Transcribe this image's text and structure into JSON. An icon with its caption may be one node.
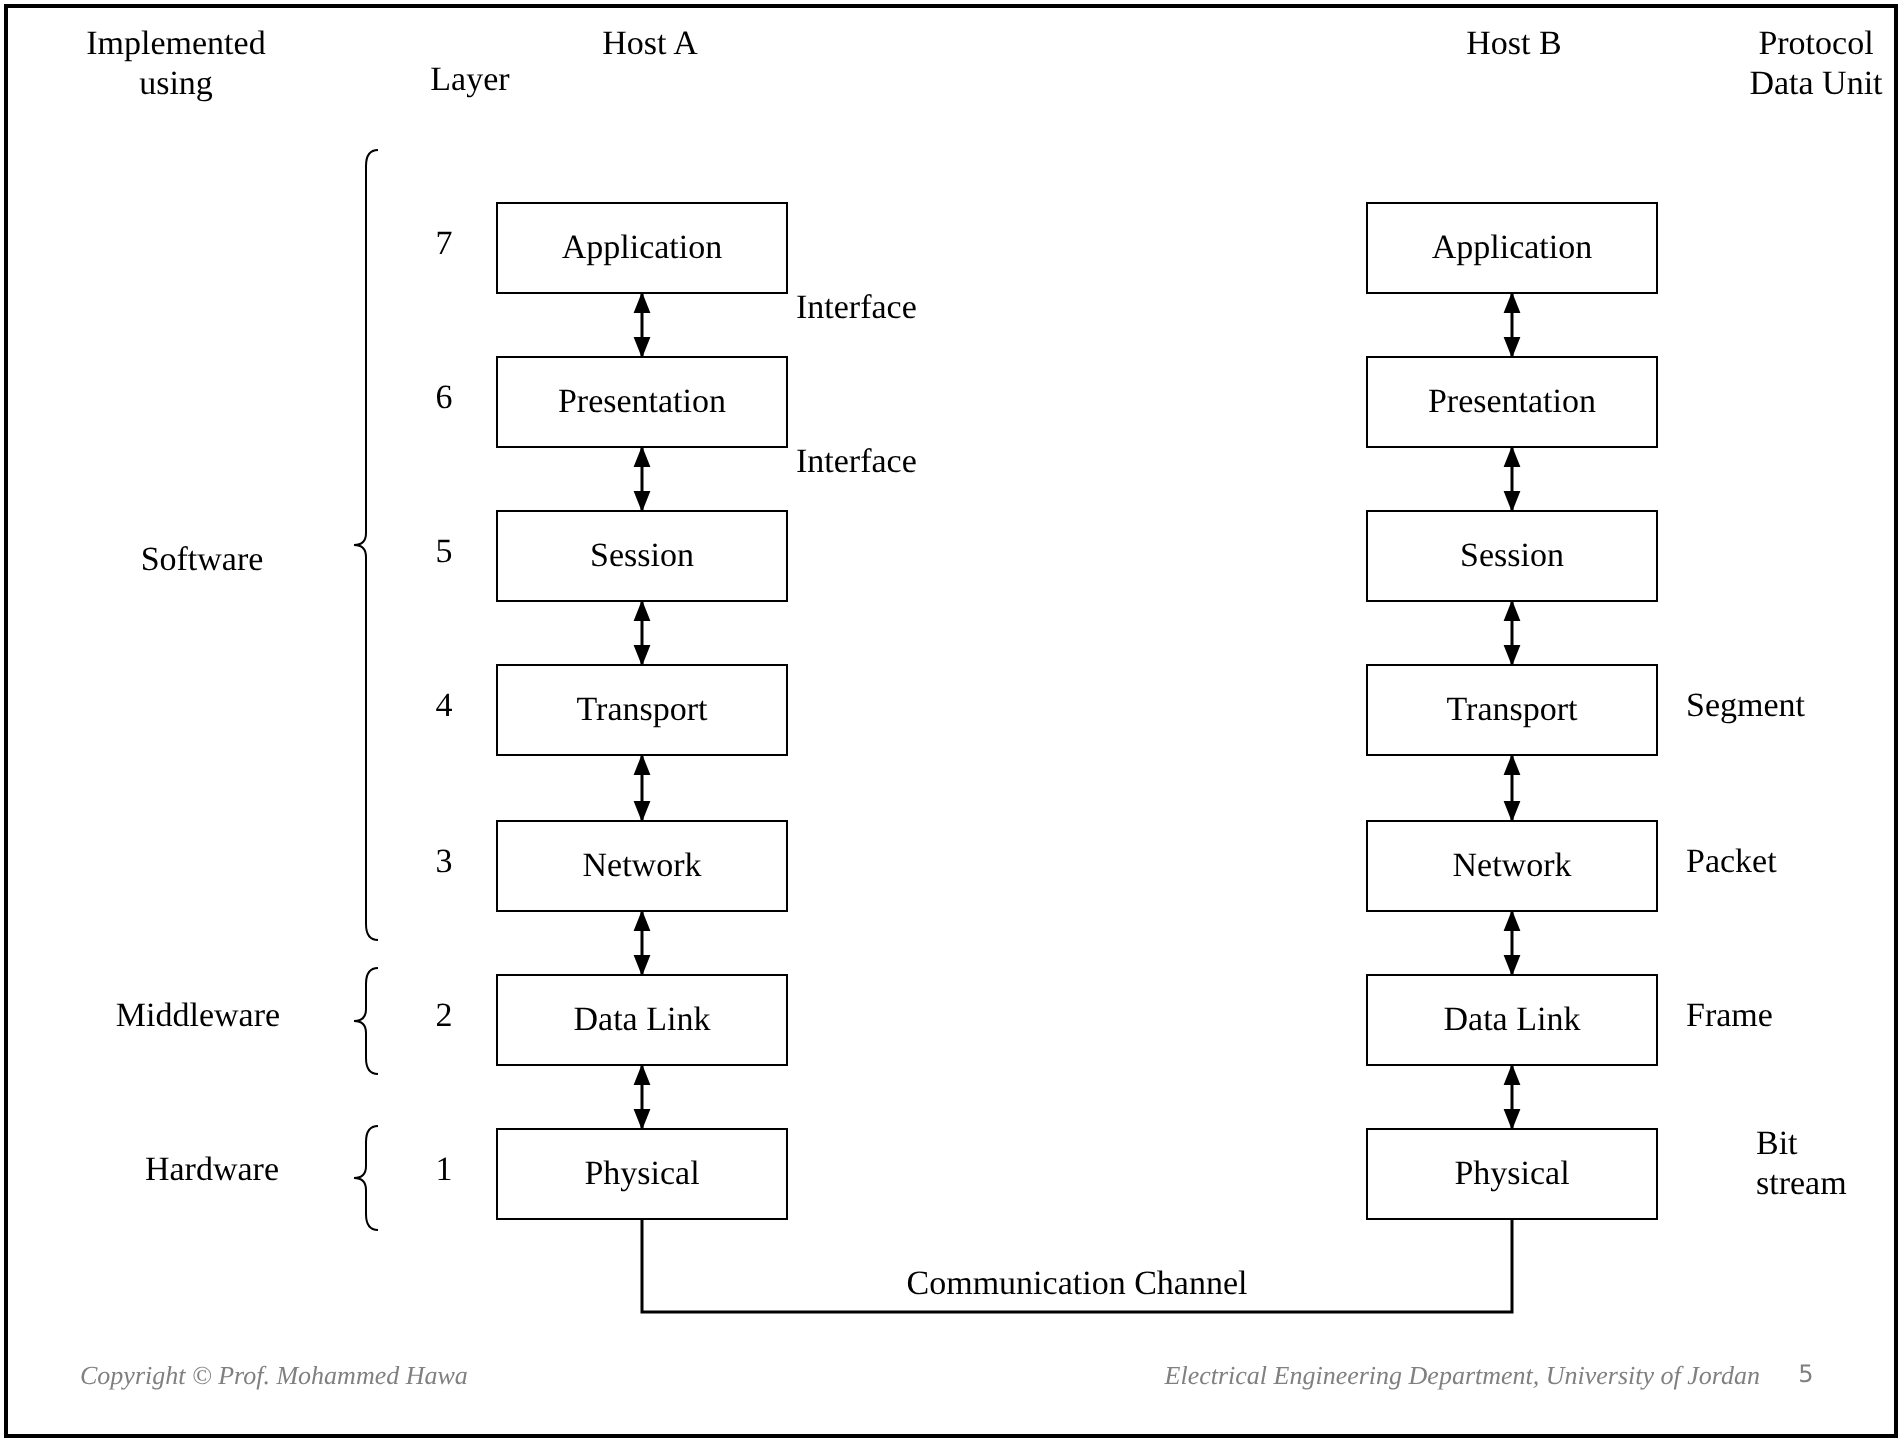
{
  "diagram": {
    "nodes": [
      {
        "text": [
          "Application"
        ]
      },
      {
        "text": [
          "Presentation"
        ]
      },
      {
        "text": [
          "Session"
        ]
      },
      {
        "text": [
          "Transport"
        ]
      },
      {
        "text": [
          "Network"
        ]
      },
      {
        "text": [
          "Data Link"
        ]
      },
      {
        "text": [
          "Physical"
        ]
      },
      {
        "text": [
          "Application"
        ]
      },
      {
        "text": [
          "Presentation"
        ]
      },
      {
        "text": [
          "Session"
        ]
      },
      {
        "text": [
          "Transport"
        ]
      },
      {
        "text": [
          "Network"
        ]
      },
      {
        "text": [
          "Data Link"
        ]
      },
      {
        "text": [
          "Physical"
        ]
      }
    ],
    "edges": [
      {
        "from": 0,
        "to": 1,
        "arrow": "both"
      },
      {
        "from": 1,
        "to": 2,
        "arrow": "both"
      },
      {
        "from": 2,
        "to": 3,
        "arrow": "both"
      },
      {
        "from": 3,
        "to": 4,
        "arrow": "both"
      },
      {
        "from": 4,
        "to": 5,
        "arrow": "both"
      },
      {
        "from": 5,
        "to": 6,
        "arrow": "both"
      },
      {
        "from": 7,
        "to": 8,
        "arrow": "both"
      },
      {
        "from": 8,
        "to": 9,
        "arrow": "both"
      },
      {
        "from": 9,
        "to": 10,
        "arrow": "both"
      },
      {
        "from": 10,
        "to": 11,
        "arrow": "both"
      },
      {
        "from": 11,
        "to": 12,
        "arrow": "both"
      },
      {
        "from": 12,
        "to": 13,
        "arrow": "both"
      },
      {
        "from": 6,
        "to": 13,
        "arrow": "none",
        "label": "Communication Channel"
      }
    ],
    "labels": [
      "Implemented using",
      "Layer",
      "Host A",
      "Host B",
      "Protocol Data Unit",
      "7",
      "Interface",
      "6",
      "Interface",
      "Software",
      "5",
      "4",
      "Segment",
      "3",
      "Packet",
      "Middleware",
      "2",
      "Frame",
      "Hardware",
      "1",
      "Bit stream",
      "Copyright © Prof. Mohammed Hawa",
      "Electrical Engineering Department, University of Jordan",
      "5"
    ]
  }
}
